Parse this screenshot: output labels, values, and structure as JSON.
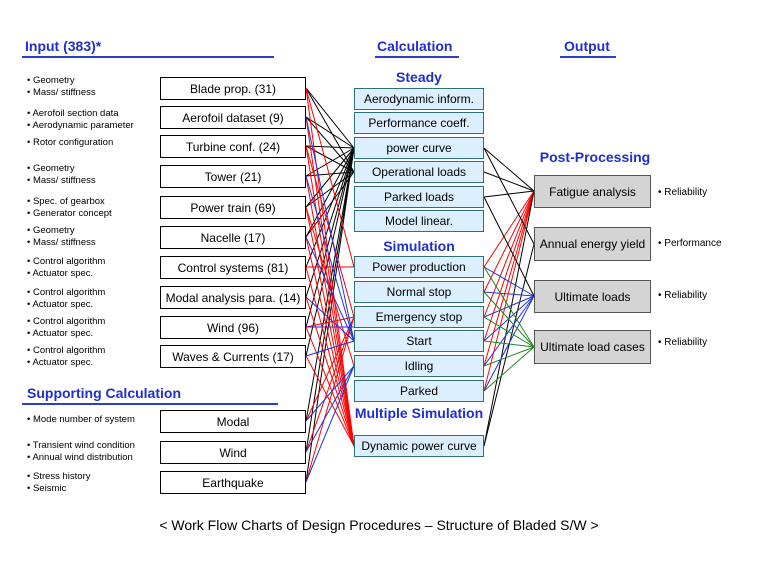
{
  "headers": {
    "input": "Input (383)*",
    "calculation": "Calculation",
    "output": "Output",
    "supporting": "Supporting Calculation"
  },
  "subheaders": {
    "steady": "Steady",
    "simulation": "Simulation",
    "multiple": "Multiple Simulation",
    "post_processing": "Post-Processing"
  },
  "input_boxes": [
    "Blade prop. (31)",
    "Aerofoil dataset (9)",
    "Turbine conf. (24)",
    "Tower (21)",
    "Power train (69)",
    "Nacelle (17)",
    "Control systems (81)",
    "Modal analysis para. (14)",
    "Wind (96)",
    "Waves & Currents (17)"
  ],
  "input_notes": [
    "• Geometry\n• Mass/ stiffness",
    "• Aerofoil section data\n• Aerodynamic parameter",
    "• Rotor configuration",
    "• Geometry\n• Mass/ stiffness",
    "• Spec. of gearbox\n• Generator concept",
    "• Geometry\n• Mass/ stiffness",
    "• Control algorithm\n• Actuator spec.",
    "• Control algorithm\n• Actuator spec.",
    "• Control algorithm\n• Actuator spec.",
    "• Control algorithm\n• Actuator spec."
  ],
  "support_boxes": [
    "Modal",
    "Wind",
    "Earthquake"
  ],
  "support_notes": [
    "• Mode number of system",
    "• Transient wind condition\n• Annual wind distribution",
    "• Stress history\n• Seismic"
  ],
  "steady_boxes": [
    "Aerodynamic inform.",
    "Performance coeff.",
    "power curve",
    "Operational loads",
    "Parked loads",
    "Model linear."
  ],
  "simulation_boxes": [
    "Power production",
    "Normal stop",
    "Emergency stop",
    "Start",
    "Idling",
    "Parked"
  ],
  "multiple_boxes": [
    "Dynamic power curve"
  ],
  "output_boxes": [
    "Fatigue analysis",
    "Annual energy yield",
    "Ultimate loads",
    "Ultimate load cases"
  ],
  "output_notes": [
    "• Reliability",
    "• Performance",
    "• Reliability",
    "• Reliability"
  ],
  "caption": "< Work Flow Charts of Design Procedures – Structure of Bladed S/W >",
  "colors": {
    "heading": "#1f2fcf",
    "calc_fill": "#dcefff",
    "output_fill": "#d4d4d4",
    "line_black": "#000000",
    "line_red": "#ff0000",
    "line_blue": "#2233dd",
    "line_green": "#1a8a1a"
  }
}
